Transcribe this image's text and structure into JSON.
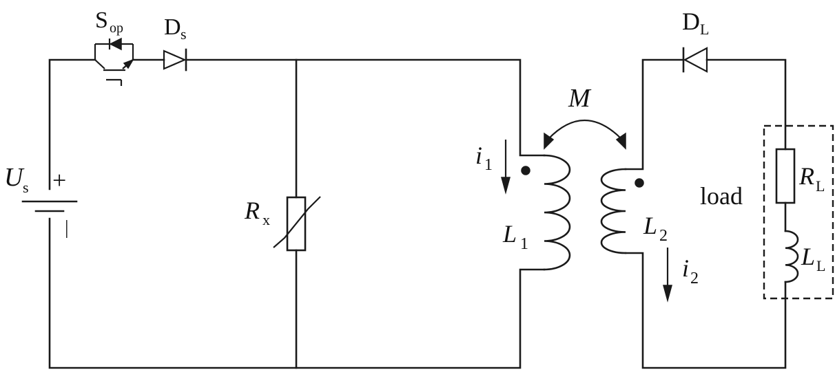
{
  "labels": {
    "source_main": "U",
    "source_sub": "s",
    "plus": "+",
    "minus": "|",
    "switch_main": "S",
    "switch_sub": "op",
    "diode_s_main": "D",
    "diode_s_sub": "s",
    "resistor_main": "R",
    "resistor_sub": "x",
    "current1_main": "i",
    "current1_sub": "1",
    "inductor1_main": "L",
    "inductor1_sub": "1",
    "mutual": "M",
    "inductor2_main": "L",
    "inductor2_sub": "2",
    "current2_main": "i",
    "current2_sub": "2",
    "diode_l_main": "D",
    "diode_l_sub": "L",
    "load": "load",
    "load_resistor_main": "R",
    "load_resistor_sub": "L",
    "load_inductor_main": "L",
    "load_inductor_sub": "L"
  }
}
